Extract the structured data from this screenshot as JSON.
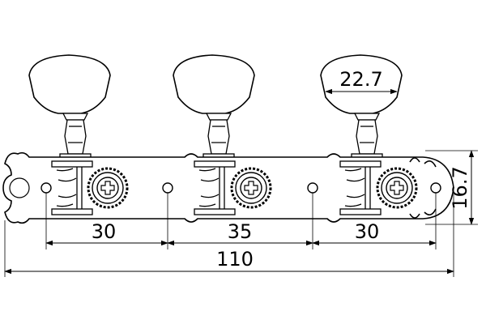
{
  "dimensions": {
    "button_width": "22.7",
    "plate_height": "16.7",
    "spacing_left": "30",
    "spacing_middle": "35",
    "spacing_right": "30",
    "total_length": "110"
  },
  "colors": {
    "line": "#000000",
    "background": "#ffffff"
  }
}
